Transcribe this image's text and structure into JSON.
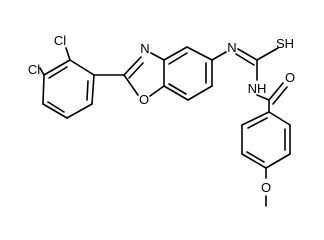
{
  "atoms": {
    "cl_top": "Cl",
    "cl_left": "Cl",
    "n_ring": "N",
    "o_ring": "O",
    "n_amine": "N",
    "sh": "SH",
    "o_carbonyl": "O",
    "nh": "NH",
    "o_methoxy": "O"
  }
}
